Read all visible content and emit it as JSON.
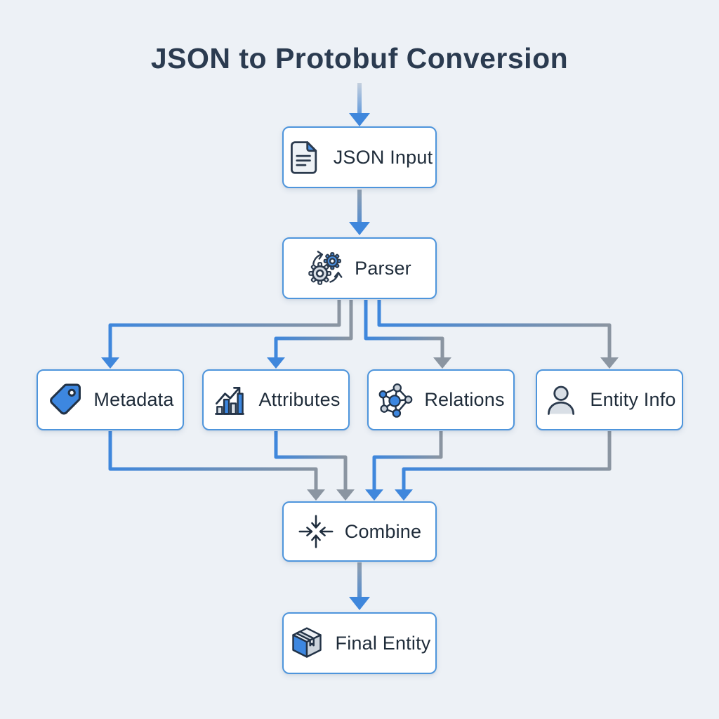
{
  "title": "JSON to Protobuf Conversion",
  "colors": {
    "background": "#edf1f6",
    "node_border": "#4e95dc",
    "node_fill": "#ffffff",
    "arrow_blue": "#3f87dc",
    "arrow_gray": "#8b95a1",
    "title_text": "#2b3b50",
    "label_text": "#1f2c3a",
    "icon_outline": "#2b3a4d",
    "icon_gray_fill": "#d9dfe6",
    "icon_blue_fill": "#3d87e0"
  },
  "nodes": {
    "json_input": {
      "label": "JSON Input",
      "icon": "document-icon"
    },
    "parser": {
      "label": "Parser",
      "icon": "gears-icon"
    },
    "metadata": {
      "label": "Metadata",
      "icon": "tag-icon"
    },
    "attributes": {
      "label": "Attributes",
      "icon": "bar-chart-icon"
    },
    "relations": {
      "label": "Relations",
      "icon": "network-icon"
    },
    "entity_info": {
      "label": "Entity Info",
      "icon": "person-icon"
    },
    "combine": {
      "label": "Combine",
      "icon": "converge-icon"
    },
    "final_entity": {
      "label": "Final Entity",
      "icon": "package-icon"
    }
  },
  "edges": [
    {
      "from": "title",
      "to": "json_input"
    },
    {
      "from": "json_input",
      "to": "parser"
    },
    {
      "from": "parser",
      "to": "metadata"
    },
    {
      "from": "parser",
      "to": "attributes"
    },
    {
      "from": "parser",
      "to": "relations"
    },
    {
      "from": "parser",
      "to": "entity_info"
    },
    {
      "from": "metadata",
      "to": "combine"
    },
    {
      "from": "attributes",
      "to": "combine"
    },
    {
      "from": "relations",
      "to": "combine"
    },
    {
      "from": "entity_info",
      "to": "combine"
    },
    {
      "from": "combine",
      "to": "final_entity"
    }
  ]
}
